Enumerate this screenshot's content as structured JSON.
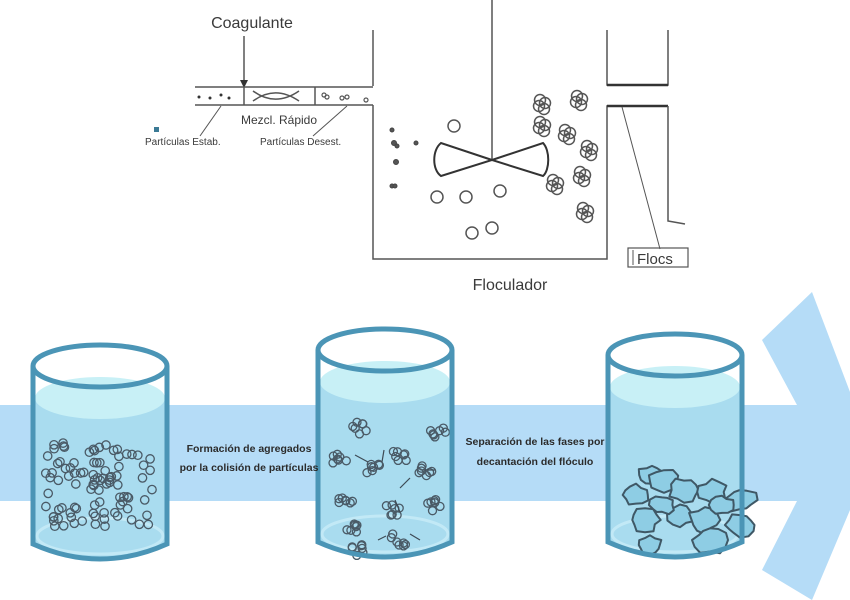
{
  "top_diagram": {
    "coagulant_label": "Coagulante",
    "rapid_mix_label": "Mezcl. Rápido",
    "stable_particles_label": "Partículas Estab.",
    "destabilized_particles_label": "Partículas Desest.",
    "flocculator_label": "Floculador",
    "flocs_label": "Flocs"
  },
  "bottom_diagram": {
    "step1_caption_line1": "Formación de agregados",
    "step1_caption_line2": "por la colisión de partículas",
    "step2_caption_line1": "Separación de las fases por",
    "step2_caption_line2": "decantación del flóculo",
    "beakers": [
      {
        "name": "beaker-dispersed-particles",
        "content": "particles"
      },
      {
        "name": "beaker-aggregating-particles",
        "content": "aggregates"
      },
      {
        "name": "beaker-settled-flocs",
        "content": "flocs"
      }
    ]
  },
  "colors": {
    "band": "#b5dcf7",
    "beaker_stroke": "#4b95b6",
    "water": "#a9dcef",
    "water_surface": "#c8f0f6",
    "line": "#555555"
  }
}
